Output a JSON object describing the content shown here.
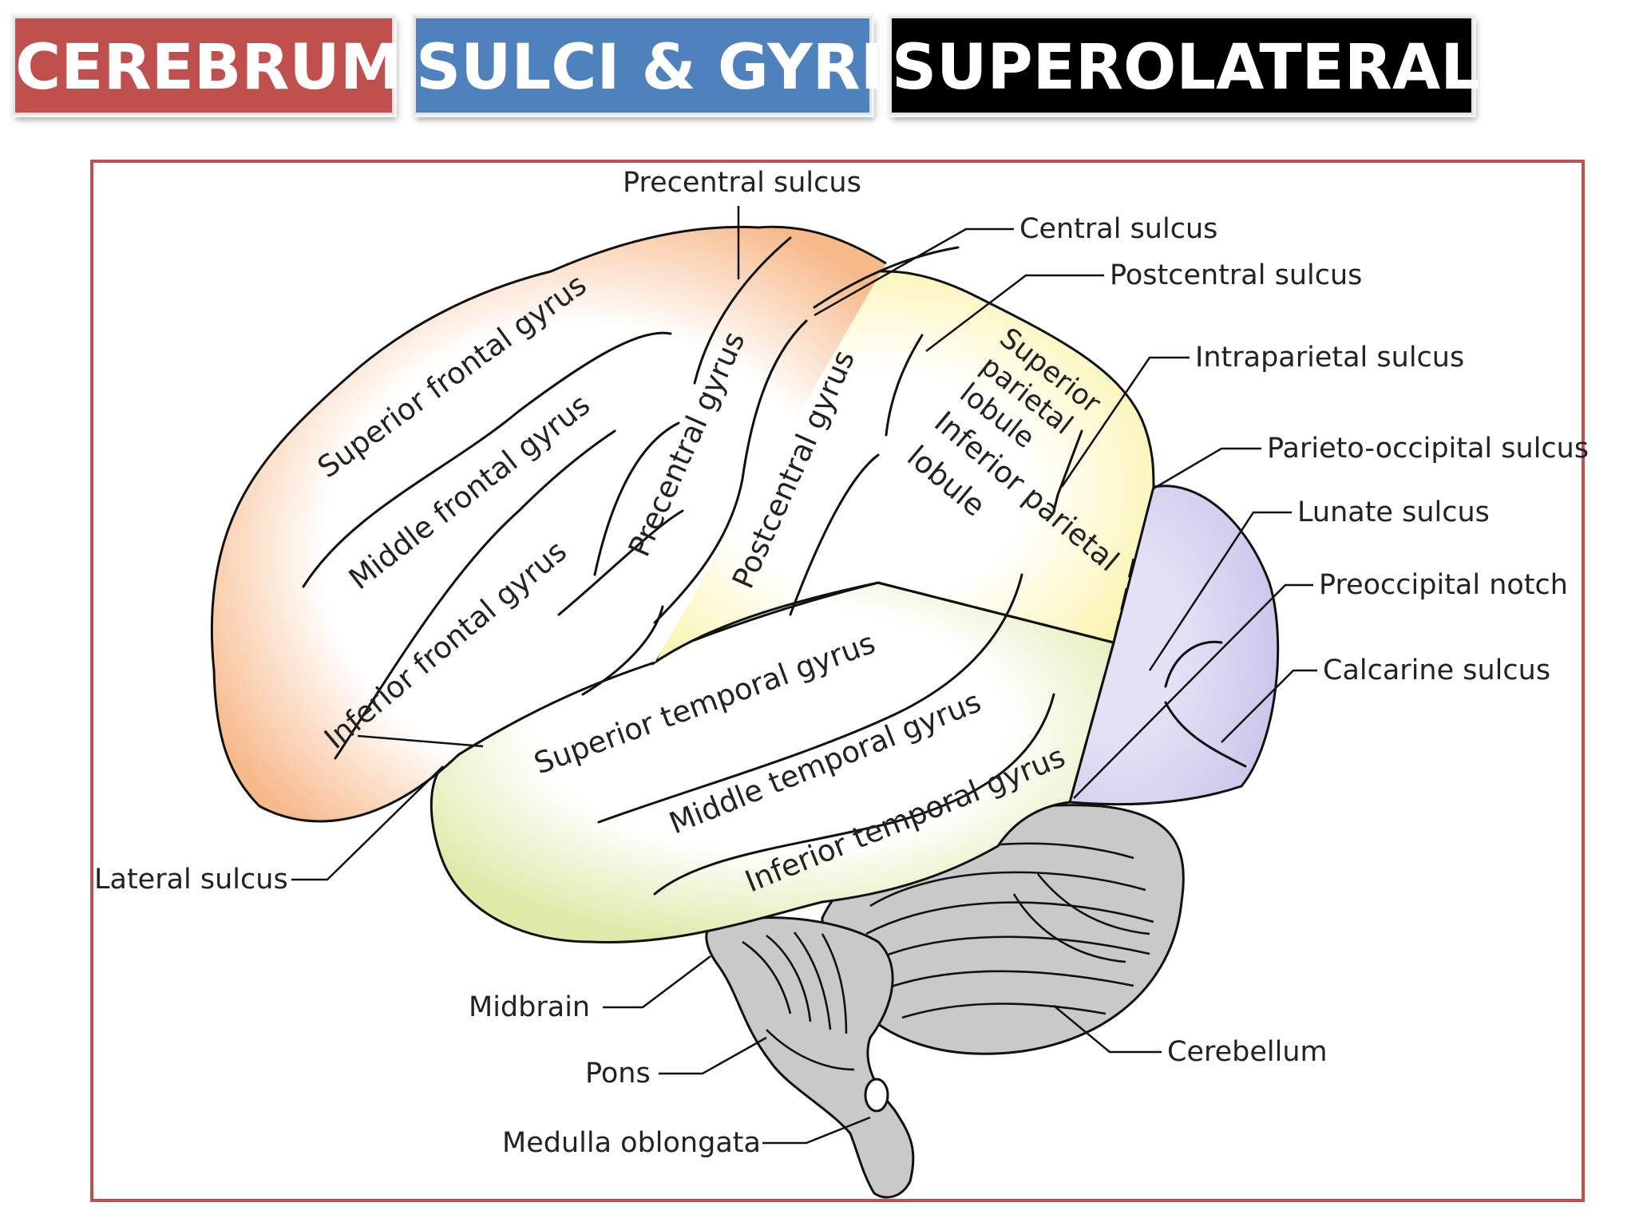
{
  "header": {
    "tag1": "CEREBRUM",
    "tag2": "SULCI & GYRI:",
    "tag3": "SUPEROLATERAL :"
  },
  "colors": {
    "tag1_bg": "#c0504d",
    "tag2_bg": "#4f81bd",
    "tag3_bg": "#000000",
    "frame_border": "#c0504d",
    "frontal_lobe": "#f7b98a",
    "parietal_lobe": "#fbf2a4",
    "temporal_lobe": "#dfe9a8",
    "occipital_lobe": "#c8c4ea",
    "brainstem_cerebellum": "#c9c9c9"
  },
  "callouts": {
    "precentral_sulcus": "Precentral sulcus",
    "central_sulcus": "Central sulcus",
    "postcentral_sulcus": "Postcentral sulcus",
    "intraparietal_sulcus": "Intraparietal sulcus",
    "parieto_occipital_sulcus": "Parieto-occipital sulcus",
    "lunate_sulcus": "Lunate sulcus",
    "preoccipital_notch": "Preoccipital notch",
    "calcarine_sulcus": "Calcarine sulcus",
    "lateral_sulcus": "Lateral sulcus",
    "midbrain": "Midbrain",
    "pons": "Pons",
    "medulla_oblongata": "Medulla oblongata",
    "cerebellum": "Cerebellum"
  },
  "regions": {
    "superior_frontal_gyrus": "Superior frontal gyrus",
    "middle_frontal_gyrus": "Middle frontal gyrus",
    "inferior_frontal_gyrus": "Inferior frontal gyrus",
    "precentral_gyrus": "Precentral gyrus",
    "postcentral_gyrus": "Postcentral gyrus",
    "superior_parietal_lobule_1": "Superior",
    "superior_parietal_lobule_2": "parietal",
    "superior_parietal_lobule_3": "lobule",
    "inferior_parietal_lobule_1": "Inferior parietal",
    "inferior_parietal_lobule_2": "lobule",
    "superior_temporal_gyrus": "Superior temporal gyrus",
    "middle_temporal_gyrus": "Middle temporal gyrus",
    "inferior_temporal_gyrus": "Inferior temporal gyrus"
  }
}
